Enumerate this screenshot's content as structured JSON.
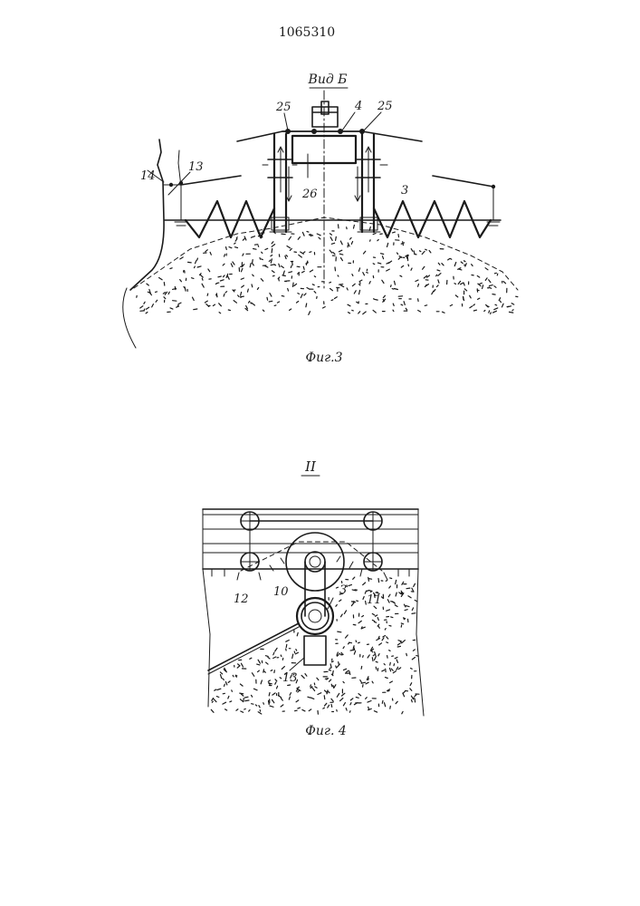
{
  "document": {
    "patent_number": "1065310"
  },
  "figure3": {
    "view_title": "Вид Б",
    "caption": "Фиг.3",
    "labels": {
      "l14": "14",
      "l13": "13",
      "l25a": "25",
      "l4": "4",
      "l25b": "25",
      "l26": "26",
      "l3": "3"
    }
  },
  "figure4": {
    "section_title": "II",
    "caption": "Фиг. 4",
    "labels": {
      "l12": "12",
      "l10": "10",
      "l3": "3",
      "l11": "11",
      "l13": "13"
    }
  }
}
